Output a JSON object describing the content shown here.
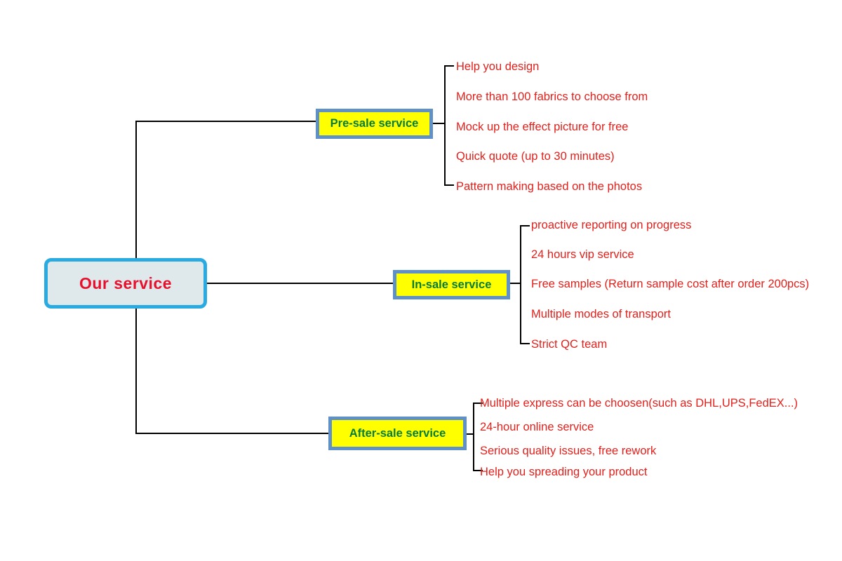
{
  "palette": {
    "line": "#000000",
    "root-border": "#29abe2",
    "root-fill": "#dfe9ec",
    "root-text": "#e8112d",
    "branch-border": "#6090c8",
    "branch-fill": "#ffff00",
    "branch-text": "#077d3a",
    "leaf-text": "#e3201b"
  },
  "root": {
    "label": "Our service"
  },
  "branches": [
    {
      "label": "Pre-sale service",
      "items": [
        "Help you design",
        "More than 100 fabrics to choose from",
        "Mock up the effect picture for free",
        "Quick quote (up to 30 minutes)",
        "Pattern making based on the photos"
      ]
    },
    {
      "label": "In-sale service",
      "items": [
        "proactive reporting on progress",
        "24 hours vip service",
        "Free samples (Return sample cost after order 200pcs)",
        "Multiple modes of transport",
        "Strict QC team"
      ]
    },
    {
      "label": "After-sale service",
      "items": [
        "Multiple express can be choosen(such as DHL,UPS,FedEX...)",
        "24-hour online service",
        "Serious quality issues, free rework",
        "Help you spreading your product"
      ]
    }
  ]
}
